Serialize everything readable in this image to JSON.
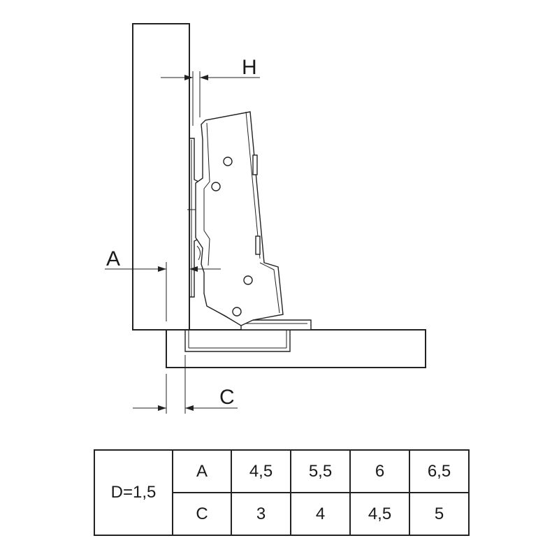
{
  "labels": {
    "H": "H",
    "A": "A",
    "C": "C"
  },
  "table": {
    "d_label": "D=1,5",
    "rows": [
      {
        "key": "A",
        "values": [
          "4,5",
          "5,5",
          "6",
          "6,5"
        ]
      },
      {
        "key": "C",
        "values": [
          "3",
          "4",
          "4,5",
          "5"
        ]
      }
    ]
  }
}
